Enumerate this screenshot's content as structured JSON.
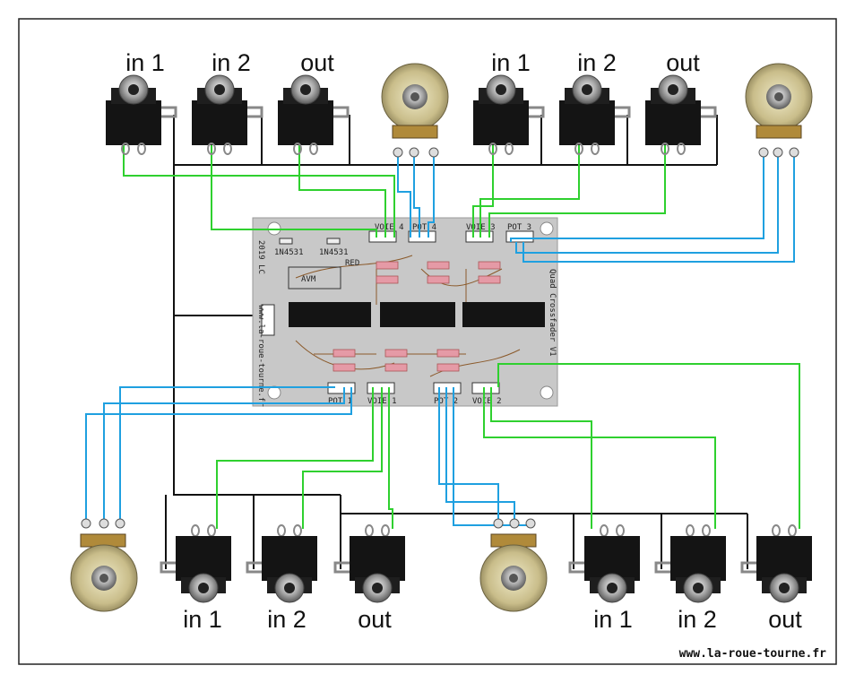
{
  "jack_labels": {
    "top_left": [
      "in 1",
      "in 2",
      "out"
    ],
    "top_right": [
      "in 1",
      "in 2",
      "out"
    ],
    "bottom_left": [
      "in 1",
      "in 2",
      "out"
    ],
    "bottom_right": [
      "in 1",
      "in 2",
      "out"
    ]
  },
  "pcb": {
    "title": "Quad Crossfader V1",
    "year_author": "2019 LC",
    "website": "www.la-roue-tourne.fr",
    "led_label": "RED",
    "diode_1": "1N4531",
    "diode_2": "1N4531",
    "header_label": "AVM",
    "connectors": {
      "voie_4": "VOIE 4",
      "pot_4": "POT 4",
      "voie_3": "VOIE 3",
      "pot_3": "POT 3",
      "pot_1": "POT 1",
      "voie_1": "VOIE 1",
      "pot_2": "POT 2",
      "voie_2": "VOIE 2"
    }
  },
  "footer_url": "www.la-roue-tourne.fr",
  "colors": {
    "signal_wire": "#2fd02f",
    "pot_wire": "#1fa0e0",
    "ground_wire": "#111111",
    "pcb": "#c8c8c8"
  }
}
